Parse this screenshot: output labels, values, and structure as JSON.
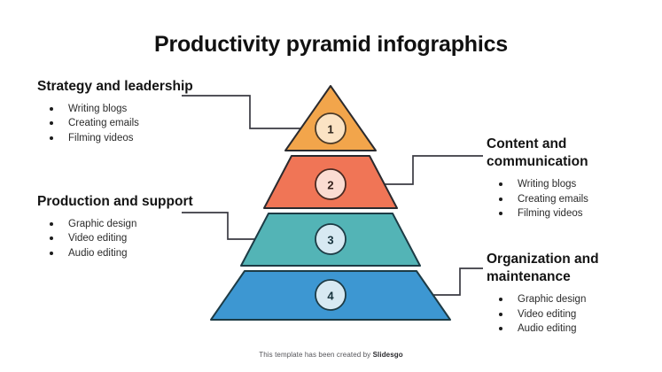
{
  "slide": {
    "title": "Productivity pyramid infographics",
    "background_color": "#ffffff"
  },
  "footer": {
    "text": "This template has been created by ",
    "brand": "Slidesgo"
  },
  "pyramid": {
    "levels": [
      {
        "number": "1",
        "shape": "triangle",
        "fill_color": "#F2A54B",
        "stroke_color": "#2a2a2e",
        "badge_fill": "#FBE3C4",
        "badge_stroke": "#4a3a28"
      },
      {
        "number": "2",
        "shape": "trapezoid",
        "fill_color": "#F07556",
        "stroke_color": "#2a2a2e",
        "badge_fill": "#FBDCD2",
        "badge_stroke": "#4a2a22"
      },
      {
        "number": "3",
        "shape": "trapezoid",
        "fill_color": "#53B4B6",
        "stroke_color": "#1d3b45",
        "badge_fill": "#D7E9F2",
        "badge_stroke": "#1d3b45"
      },
      {
        "number": "4",
        "shape": "trapezoid",
        "fill_color": "#3D97D2",
        "stroke_color": "#1d3b45",
        "badge_fill": "#D7E9F2",
        "badge_stroke": "#1d3b45"
      }
    ]
  },
  "blocks": {
    "strategy": {
      "title": "Strategy and leadership",
      "items": [
        "Writing blogs",
        "Creating emails",
        "Filming videos"
      ]
    },
    "content": {
      "title": "Content and communication",
      "items": [
        "Writing blogs",
        "Creating emails",
        "Filming videos"
      ]
    },
    "production": {
      "title": "Production and support",
      "items": [
        "Graphic design",
        "Video editing",
        "Audio editing"
      ]
    },
    "organization": {
      "title": "Organization and maintenance",
      "items": [
        "Graphic design",
        "Video editing",
        "Audio editing"
      ]
    }
  }
}
